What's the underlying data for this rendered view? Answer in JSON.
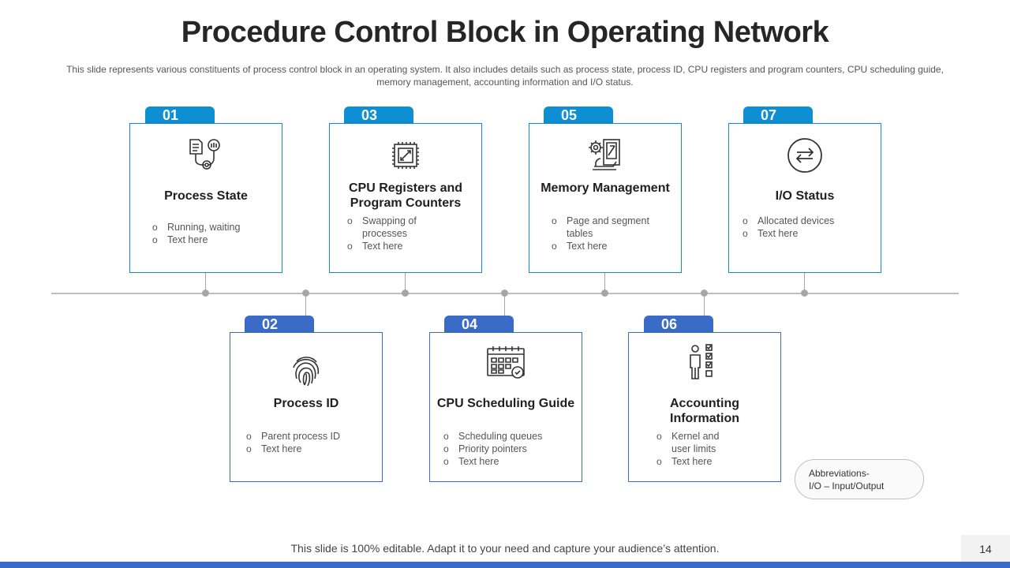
{
  "title": "Procedure Control Block in Operating Network",
  "subtitle": "This slide represents various  constituents of process control block in an operating  system. It also includes details such as process state, process ID, CPU registers and program  counters, CPU scheduling guide, memory management,  accounting information  and I/O status.",
  "cards": [
    {
      "num": "01",
      "title": "Process State",
      "bullets": [
        "Running,  waiting",
        "Text here"
      ],
      "icon": "process-state-icon"
    },
    {
      "num": "02",
      "title": "Process ID",
      "bullets": [
        "Parent process ID",
        "Text here"
      ],
      "icon": "fingerprint-icon"
    },
    {
      "num": "03",
      "title": "CPU Registers and Program Counters",
      "bullets": [
        "Swapping  of processes",
        "Text here"
      ],
      "icon": "cpu-chip-icon"
    },
    {
      "num": "04",
      "title": "CPU Scheduling Guide",
      "bullets": [
        "Scheduling queues",
        "Priority pointers",
        "Text  here"
      ],
      "icon": "calendar-schedule-icon"
    },
    {
      "num": "05",
      "title": "Memory Management",
      "bullets": [
        "Page and segment tables",
        "Text here"
      ],
      "icon": "memory-management-icon"
    },
    {
      "num": "06",
      "title": "Accounting Information",
      "bullets": [
        "Kernel and user limits",
        "Text  here"
      ],
      "icon": "person-checklist-icon"
    },
    {
      "num": "07",
      "title": "I/O  Status",
      "bullets": [
        "Allocated devices",
        "Text here"
      ],
      "icon": "io-arrows-icon"
    }
  ],
  "abbreviations": {
    "heading": "Abbreviations-",
    "item": "I/O – Input/Output"
  },
  "footer": "This slide is 100% editable.  Adapt it to your need and capture your audience’s attention.",
  "page_number": "14",
  "colors": {
    "tab_top": "#0e8fd3",
    "tab_bottom": "#3a6bc6",
    "card_border": "#2f75b5",
    "timeline": "#bfbfbf"
  }
}
